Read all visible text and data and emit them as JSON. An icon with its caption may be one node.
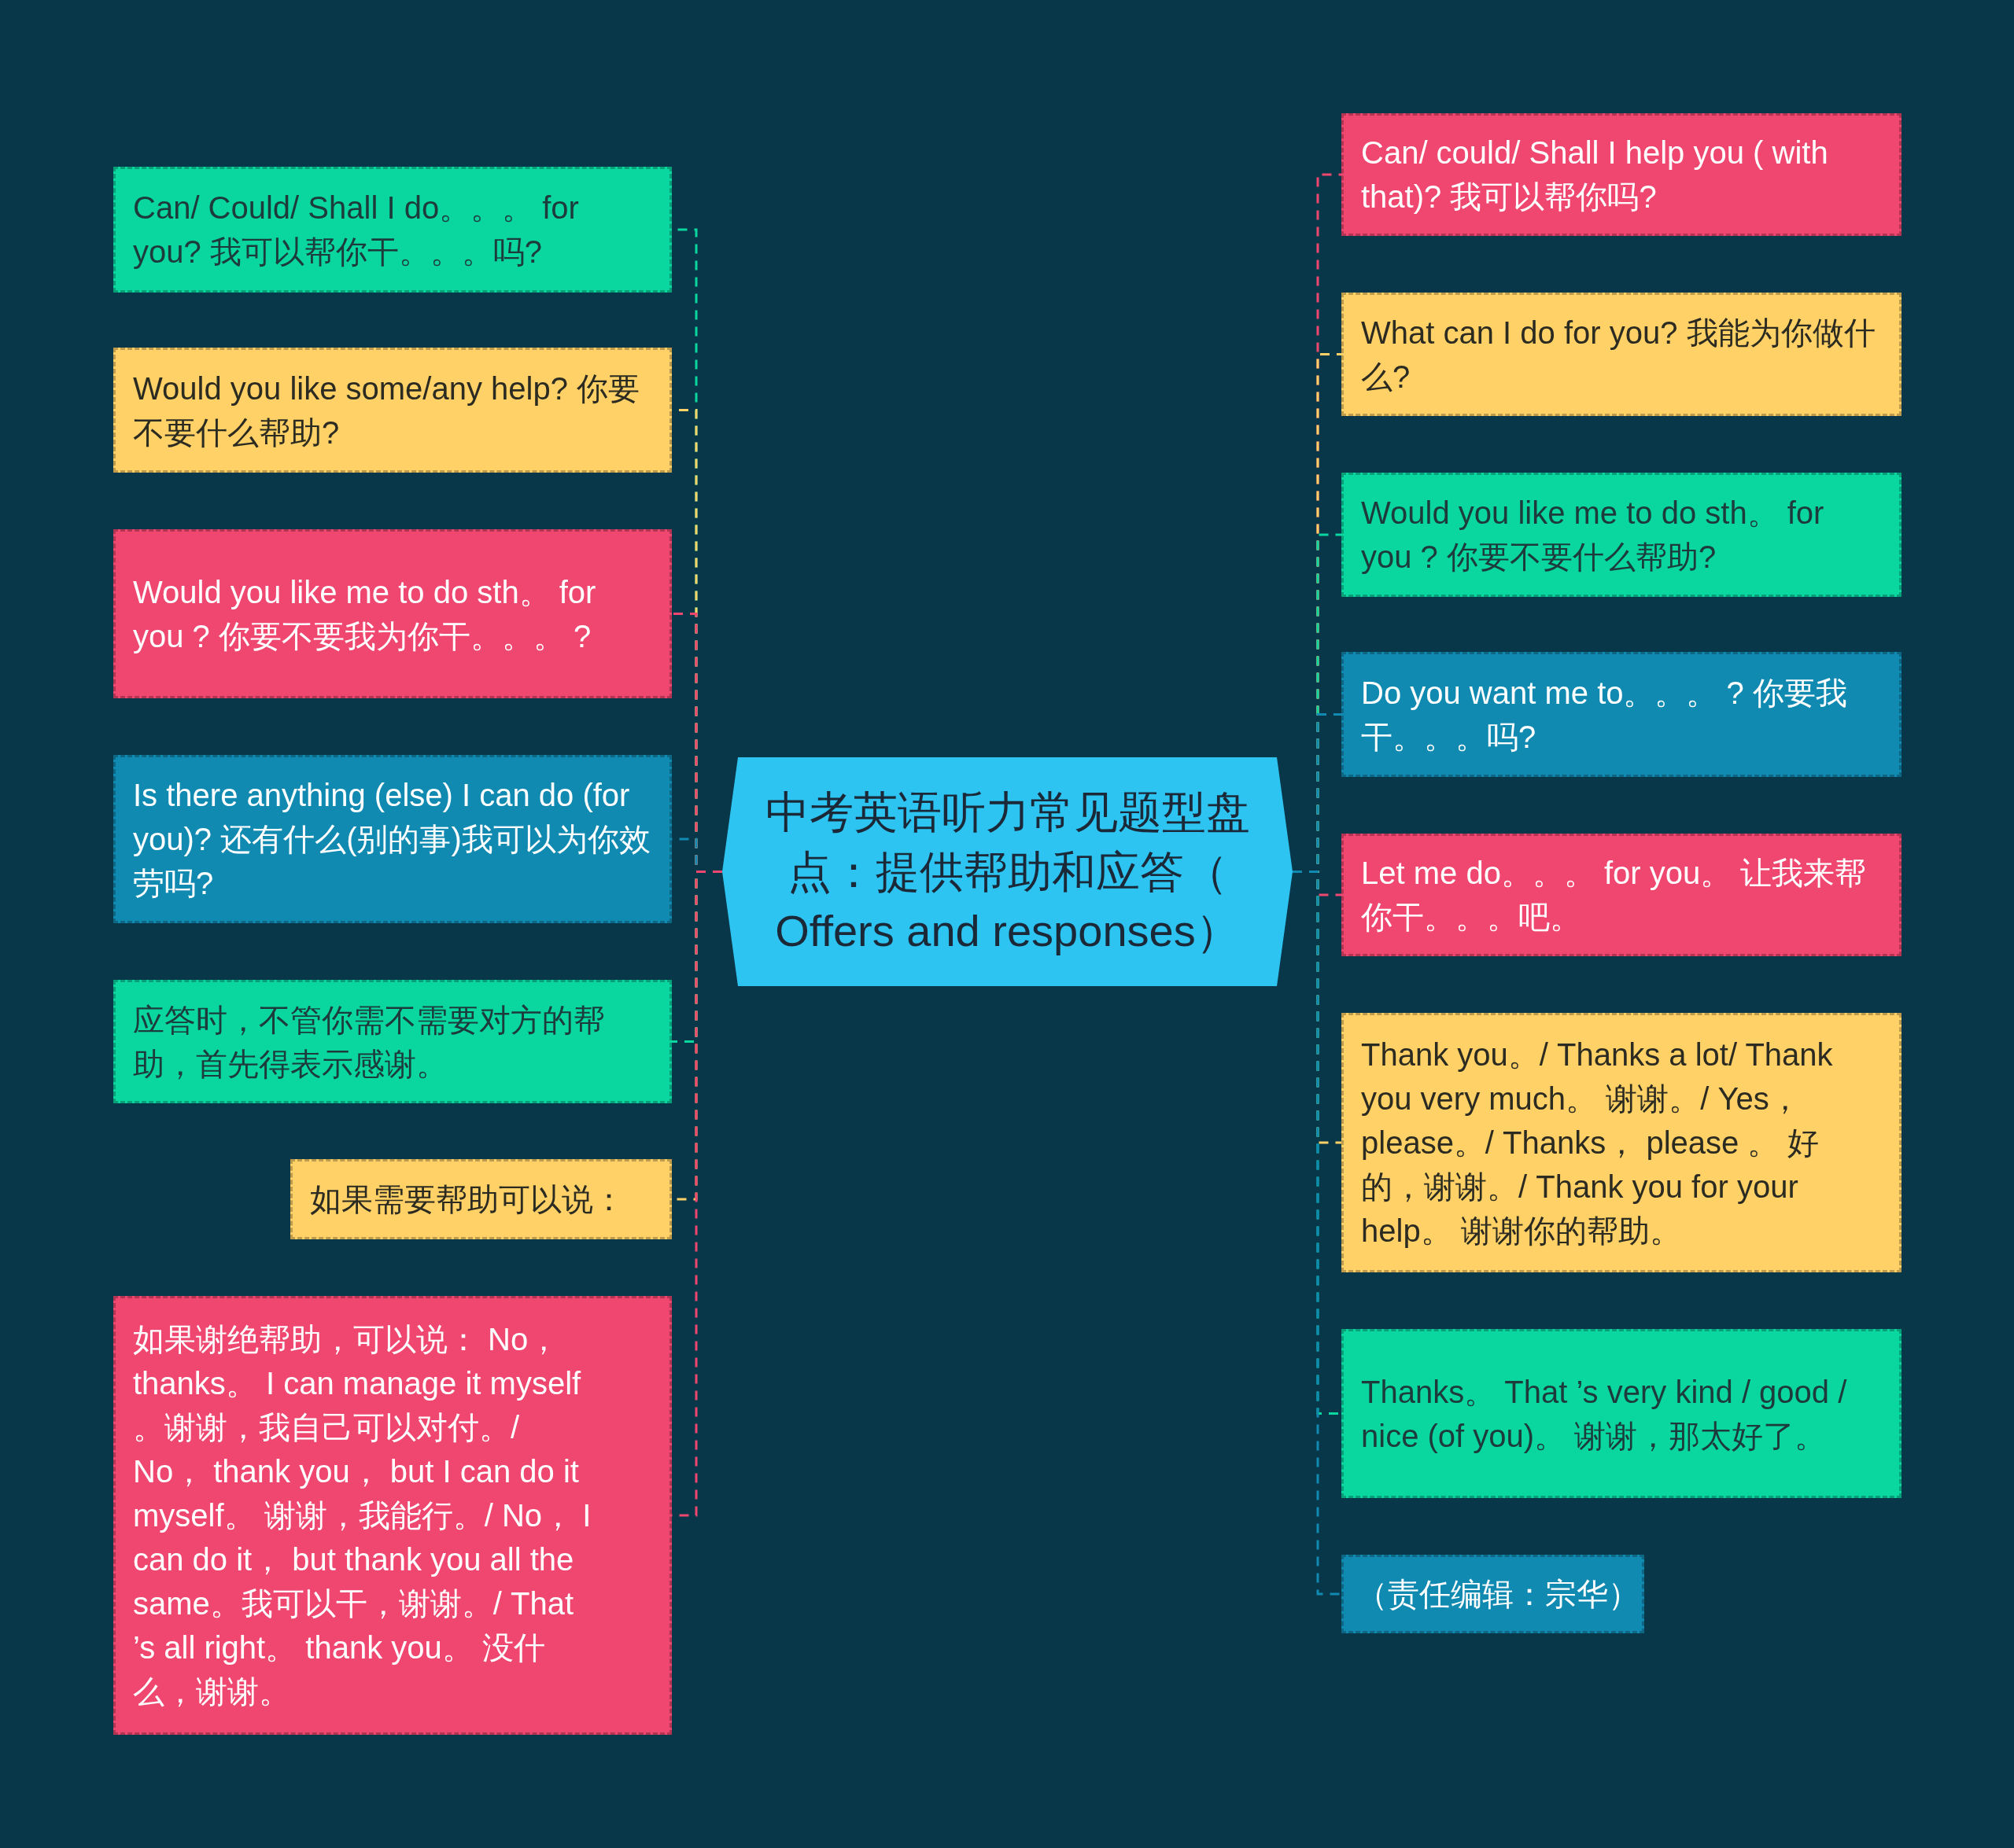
{
  "diagram": {
    "nodes": [
      {
        "text": [
          "中考英语听力常见题型盘点：提供帮助和应答（ Offers and responses）"
        ]
      },
      {
        "text": [
          "Can/ Could/ Shall I do。。。 for you? 我可以帮你干。。。吗?"
        ]
      },
      {
        "text": [
          "Would you like some/any help? 你要不要什么帮助?"
        ]
      },
      {
        "text": [
          "Would you like me to do sth。 for you ? 你要不要我为你干。。。 ?"
        ]
      },
      {
        "text": [
          "Is there anything (else) I can do (for you)? 还有什么(别的事)我可以为你效劳吗?"
        ]
      },
      {
        "text": [
          "应答时，不管你需不需要对方的帮助，首先得表示感谢。"
        ]
      },
      {
        "text": [
          "如果需要帮助可以说："
        ]
      },
      {
        "text": [
          "如果谢绝帮助，可以说： No， thanks。 I can manage it myself 。谢谢，我自己可以对付。/ No， thank you， but I can do it myself。 谢谢，我能行。/ No， I can do it， but thank you all the same。我可以干，谢谢。/ That ’s all right。 thank you。 没什么，谢谢。"
        ]
      },
      {
        "text": [
          "Can/ could/ Shall I help you ( with that)? 我可以帮你吗?"
        ]
      },
      {
        "text": [
          "What can I do for you? 我能为你做什么?"
        ]
      },
      {
        "text": [
          "Would you like me to do sth。 for you ? 你要不要什么帮助?"
        ]
      },
      {
        "text": [
          "Do you want me to。。。 ? 你要我干。。。吗?"
        ]
      },
      {
        "text": [
          "Let me do。。。 for you。 让我来帮你干。。。吧。"
        ]
      },
      {
        "text": [
          "Thank you。/ Thanks a lot/ Thank you very much。 谢谢。/ Yes， please。/ Thanks， please 。 好的，谢谢。/ Thank you for your help。 谢谢你的帮助。"
        ]
      },
      {
        "text": [
          "Thanks。 That ’s very kind / good / nice (of you)。 谢谢，那太好了。"
        ]
      },
      {
        "text": [
          "（责任编辑：宗华）"
        ]
      }
    ],
    "edges": [
      {
        "from": 0,
        "to": 1,
        "arrow": "none",
        "style": "dashed",
        "color": "#0ad6a0"
      },
      {
        "from": 0,
        "to": 2,
        "arrow": "none",
        "style": "dashed",
        "color": "#ffd166"
      },
      {
        "from": 0,
        "to": 3,
        "arrow": "none",
        "style": "dashed",
        "color": "#ef476f"
      },
      {
        "from": 0,
        "to": 4,
        "arrow": "none",
        "style": "dashed",
        "color": "#118ab2"
      },
      {
        "from": 0,
        "to": 5,
        "arrow": "none",
        "style": "dashed",
        "color": "#0ad6a0"
      },
      {
        "from": 0,
        "to": 6,
        "arrow": "none",
        "style": "dashed",
        "color": "#ffd166"
      },
      {
        "from": 0,
        "to": 7,
        "arrow": "none",
        "style": "dashed",
        "color": "#ef476f"
      },
      {
        "from": 0,
        "to": 8,
        "arrow": "none",
        "style": "dashed",
        "color": "#ef476f"
      },
      {
        "from": 0,
        "to": 9,
        "arrow": "none",
        "style": "dashed",
        "color": "#ffd166"
      },
      {
        "from": 0,
        "to": 10,
        "arrow": "none",
        "style": "dashed",
        "color": "#0ad6a0"
      },
      {
        "from": 0,
        "to": 11,
        "arrow": "none",
        "style": "dashed",
        "color": "#118ab2"
      },
      {
        "from": 0,
        "to": 12,
        "arrow": "none",
        "style": "dashed",
        "color": "#ef476f"
      },
      {
        "from": 0,
        "to": 13,
        "arrow": "none",
        "style": "dashed",
        "color": "#ffd166"
      },
      {
        "from": 0,
        "to": 14,
        "arrow": "none",
        "style": "dashed",
        "color": "#0ad6a0"
      },
      {
        "from": 0,
        "to": 15,
        "arrow": "none",
        "style": "dashed",
        "color": "#118ab2"
      }
    ]
  }
}
